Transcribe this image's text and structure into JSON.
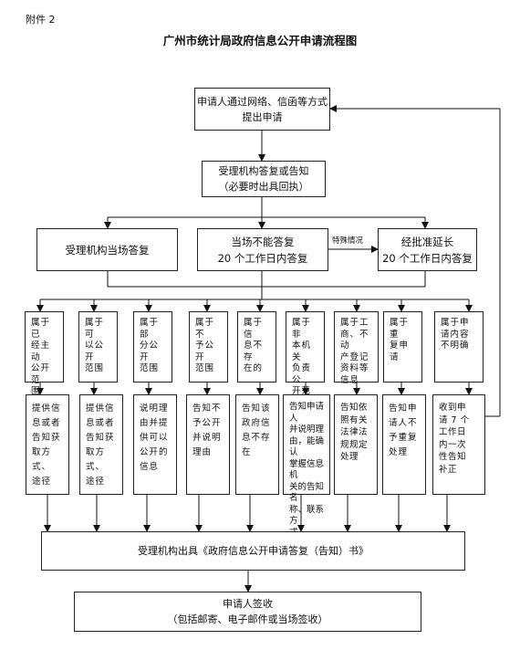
{
  "header_note": "附件 2",
  "title": "广州市统计局政府信息公开申请流程图",
  "nodes": {
    "apply": "申请人通过网络、信函等方式\n提出申请",
    "accept": "受理机构答复或告知\n（必要时出具回执）",
    "onsite": "受理机构当场答复",
    "not_onsite": "当场不能答复\n20 个工作日内答复",
    "extend": "经批准延长\n20 个工作日内答复",
    "special_label": "特殊情况",
    "issue": "受理机构出具《政府信息公开申请答复（告知）书》",
    "receive": "申请人签收\n（包括邮寄、电子邮件或当场签收）"
  },
  "categories": [
    "属于已\n经主动\n公开范\n围",
    "属于可\n以公开\n范围",
    "属于部\n分公开\n范围",
    "属于不\n予公开\n范围",
    "属于信\n息不存\n在的",
    "属于非\n本机关\n负责公\n开范围",
    "属于工\n商、不动\n产登记\n资料等\n信息",
    "属于重\n复申请",
    "属于申\n请内容\n不明确"
  ],
  "responses": [
    "提供信\n息或者\n告知获\n取方式、\n途径",
    "提供信\n息或者\n告知获\n取方式、\n途径",
    "说明理\n由并提\n供可以\n公开的\n信息",
    "告知不\n予公开\n并说明\n理由",
    "告知该\n政府信\n息不存\n在",
    "告知申请人\n并说明理\n由，能确认\n掌握信息机\n关的告知名\n称、联系方\n式",
    "告知依\n照有关\n法律法\n规规定\n处理",
    "告知申\n请人不\n予重复\n处理",
    "收到申\n请 7 个\n工作日\n内一次\n性告知\n补正"
  ]
}
